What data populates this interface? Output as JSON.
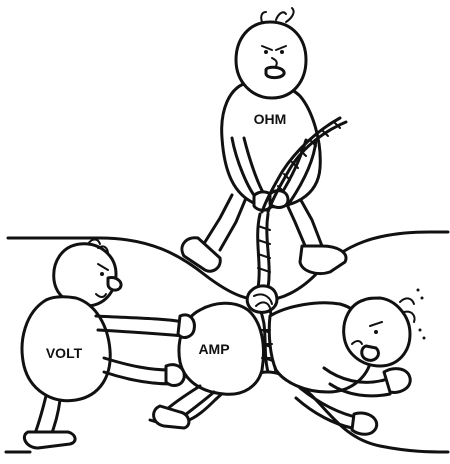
{
  "labels": {
    "ohm": "OHM",
    "amp": "AMP",
    "volt": "VOLT"
  },
  "colors": {
    "ink": "#111111",
    "paper": "#ffffff"
  }
}
